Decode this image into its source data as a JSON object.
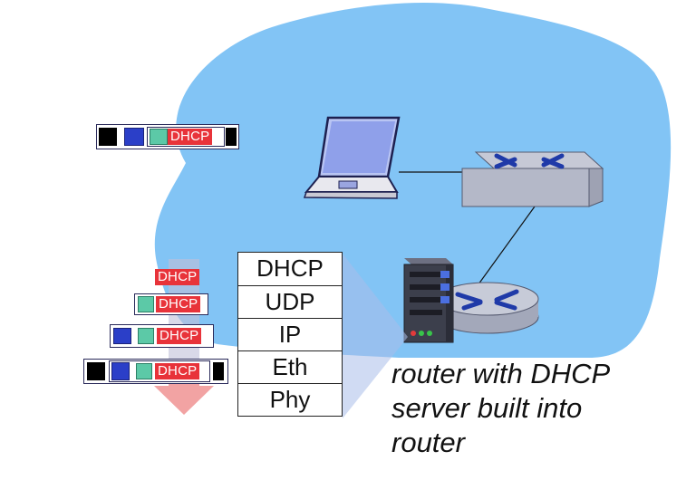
{
  "stack": {
    "layers": [
      "DHCP",
      "UDP",
      "IP",
      "Eth",
      "Phy"
    ]
  },
  "packets": {
    "dhcp_label": "DHCP"
  },
  "caption": {
    "line1": "router with DHCP",
    "line2": "server built into",
    "line3": "router"
  },
  "colors": {
    "network_cloud": "#82c4f5",
    "dhcp_tag": "#e8333a",
    "blue_header": "#2b3fc8",
    "green_header": "#5cc9a7",
    "down_arrow": "#f2a3a3"
  }
}
